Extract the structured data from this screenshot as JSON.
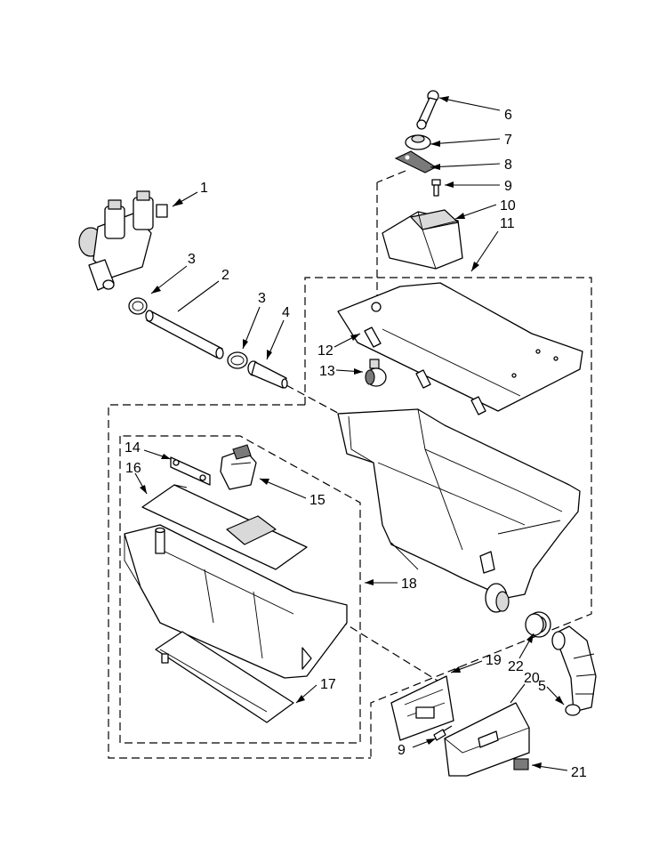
{
  "callouts": [
    {
      "id": "c1",
      "text": "1"
    },
    {
      "id": "c2",
      "text": "2"
    },
    {
      "id": "c3a",
      "text": "3"
    },
    {
      "id": "c3b",
      "text": "3"
    },
    {
      "id": "c4",
      "text": "4"
    },
    {
      "id": "c5",
      "text": "5"
    },
    {
      "id": "c6",
      "text": "6"
    },
    {
      "id": "c7",
      "text": "7"
    },
    {
      "id": "c8",
      "text": "8"
    },
    {
      "id": "c9a",
      "text": "9"
    },
    {
      "id": "c9b",
      "text": "9"
    },
    {
      "id": "c10",
      "text": "10"
    },
    {
      "id": "c11",
      "text": "11"
    },
    {
      "id": "c12",
      "text": "12"
    },
    {
      "id": "c13",
      "text": "13"
    },
    {
      "id": "c14",
      "text": "14"
    },
    {
      "id": "c15",
      "text": "15"
    },
    {
      "id": "c16",
      "text": "16"
    },
    {
      "id": "c17",
      "text": "17"
    },
    {
      "id": "c18",
      "text": "18"
    },
    {
      "id": "c19",
      "text": "19"
    },
    {
      "id": "c20",
      "text": "20"
    },
    {
      "id": "c21",
      "text": "21"
    },
    {
      "id": "c22",
      "text": "22"
    }
  ]
}
